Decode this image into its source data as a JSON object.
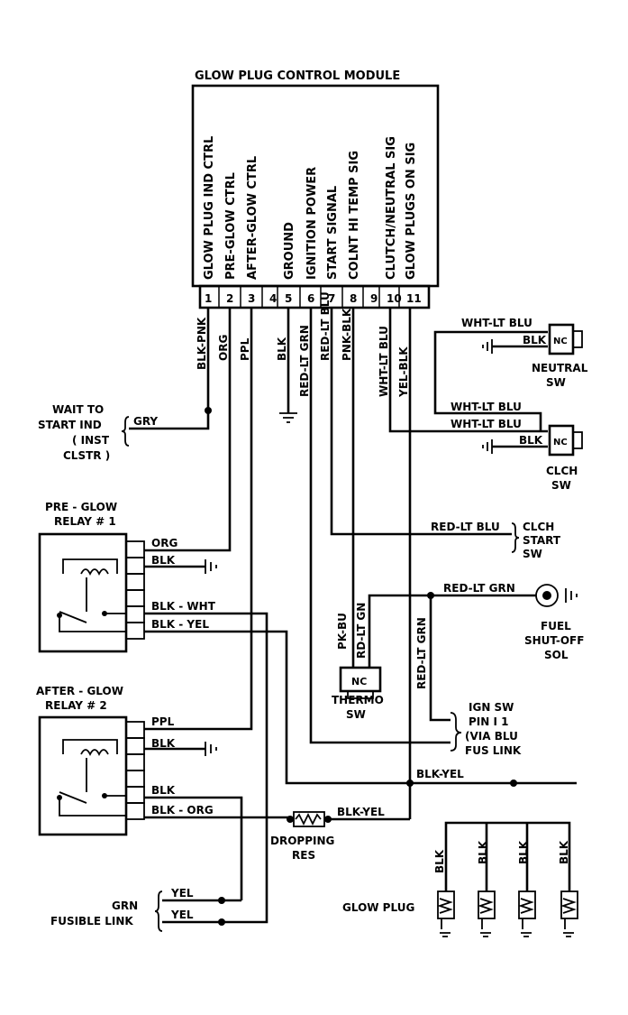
{
  "module": {
    "title": "GLOW PLUG  CONTROL MODULE",
    "signals": [
      "GLOW PLUG IND CTRL",
      "PRE-GLOW CTRL",
      "AFTER-GLOW CTRL",
      "",
      "GROUND",
      "IGNITION POWER",
      "START SIGNAL",
      "COLNT HI TEMP SIG",
      "",
      "CLUTCH/NEUTRAL SIG",
      "GLOW PLUGS ON SIG"
    ],
    "pins": [
      "1",
      "2",
      "3",
      "4",
      "5",
      "6",
      "7",
      "8",
      "9",
      "10",
      "11"
    ],
    "pin_wires": [
      "BLK-PNK",
      "ORG",
      "PPL",
      "",
      "BLK",
      "RED-LT GRN",
      "RED-LT BLU",
      "PNK-BLK",
      "",
      "WHT-LT BLU",
      "YEL-BLK"
    ]
  },
  "wait_to_start": {
    "lines": [
      "WAIT TO",
      "START IND",
      "( INST",
      "CLSTR )"
    ],
    "wire": "GRY"
  },
  "relay1": {
    "title1": "PRE - GLOW",
    "title2": "RELAY # 1",
    "w_org": "ORG",
    "w_blk": "BLK",
    "w_blk_wht": "BLK - WHT",
    "w_blk_yel": "BLK - YEL"
  },
  "relay2": {
    "title1": "AFTER - GLOW",
    "title2": "RELAY # 2",
    "w_ppl": "PPL",
    "w_blk1": "BLK",
    "w_blk2": "BLK",
    "w_blk_org": "BLK - ORG"
  },
  "neutral_sw": {
    "w1": "WHT-LT BLU",
    "w2": "BLK",
    "nc": "NC",
    "label1": "NEUTRAL",
    "label2": "SW"
  },
  "clch_sw": {
    "w1": "WHT-LT BLU",
    "w2": "WHT-LT BLU",
    "w3": "BLK",
    "nc": "NC",
    "label1": "CLCH",
    "label2": "SW"
  },
  "clch_start_sw": {
    "wire": "RED-LT BLU",
    "lines": [
      "CLCH",
      "START",
      "SW"
    ]
  },
  "fuel_sol": {
    "wire": "RED-LT GRN",
    "lines": [
      "FUEL",
      "SHUT-OFF",
      "SOL"
    ]
  },
  "thermo_sw": {
    "w1": "PK-BU",
    "w2": "RD-LT GN",
    "nc": "NC",
    "label1": "THERMO",
    "label2": "SW"
  },
  "ign_sw": {
    "wire": "RED-LT GRN",
    "lines": [
      "IGN SW",
      "PIN I 1",
      "(VIA BLU",
      "FUS LINK"
    ]
  },
  "bus": {
    "blk_yel_1": "BLK-YEL",
    "blk_yel_2": "BLK-YEL"
  },
  "dropping_res": {
    "label1": "DROPPING",
    "label2": "RES"
  },
  "glow_plug": {
    "label": "GLOW PLUG",
    "wires": [
      "BLK",
      "BLK",
      "BLK",
      "BLK"
    ]
  },
  "fusible": {
    "lines": [
      "GRN",
      "FUSIBLE LINK"
    ],
    "w1": "YEL",
    "w2": "YEL"
  }
}
